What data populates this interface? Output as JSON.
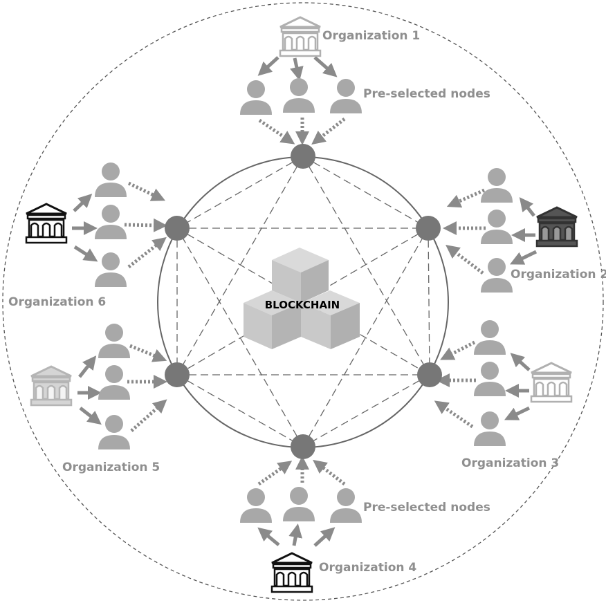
{
  "diagram": {
    "center_label": "BLOCKCHAIN",
    "organizations": [
      {
        "label": "Organization 1",
        "nodes_label": "Pre-selected nodes",
        "icon": "bank-icon"
      },
      {
        "label": "Organization 2",
        "icon": "bank-icon"
      },
      {
        "label": "Organization 3",
        "icon": "bank-icon"
      },
      {
        "label": "Organization 4",
        "nodes_label": "Pre-selected nodes",
        "icon": "bank-icon"
      },
      {
        "label": "Organization 5",
        "icon": "bank-icon"
      },
      {
        "label": "Organization 6",
        "icon": "bank-icon"
      }
    ],
    "icons": {
      "user": "person-icon",
      "node": "network-node-icon",
      "blocks": "blockchain-cubes-icon"
    },
    "colors": {
      "node": "#777777",
      "person": "#a8a8a8",
      "arrow": "#8a8a8a",
      "label": "#8f8f8f",
      "line": "#555555"
    }
  }
}
